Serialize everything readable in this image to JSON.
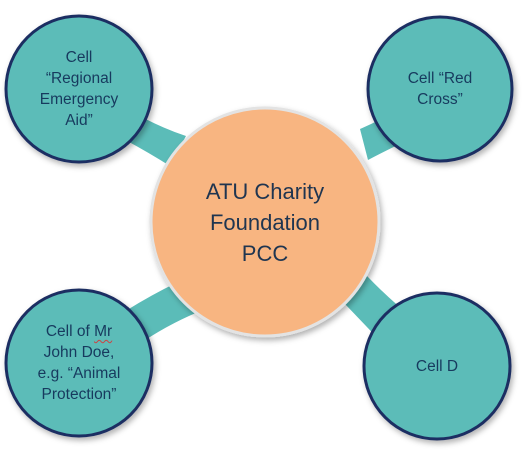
{
  "colors": {
    "cell_fill": "#5bbcb8",
    "cell_border": "#1c2f62",
    "connector": "#5bbcb8",
    "center_fill": "#f8b581",
    "center_border": "#e3e3e3",
    "text": "#173a5e"
  },
  "center": {
    "label": "ATU Charity\nFoundation\nPCC"
  },
  "cells": {
    "top_left": {
      "label": "Cell\n“Regional\nEmergency\nAid”"
    },
    "top_right": {
      "label": "Cell “Red\nCross”"
    },
    "bottom_left": {
      "label_pre": "Cell of ",
      "label_mr": "Mr",
      "label_post": "\nJohn Doe,\ne.g. “Animal\nProtection”"
    },
    "bottom_right": {
      "label": "Cell D"
    }
  }
}
